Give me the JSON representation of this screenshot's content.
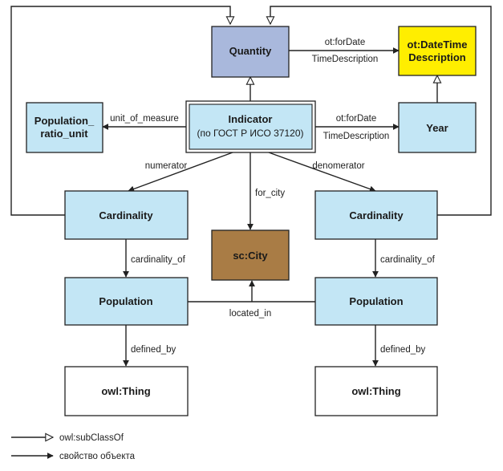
{
  "nodes": {
    "quantity": {
      "label": "Quantity",
      "color": "#a9b8dc"
    },
    "datetime": {
      "line1": "ot:DateTime",
      "line2": "Description",
      "color": "#ffee00"
    },
    "indicator": {
      "line1": "Indicator",
      "line2": "(по ГОСТ Р ИСО 37120)",
      "color": "#c3e6f5"
    },
    "population_ratio_unit": {
      "line1": "Population_",
      "line2": "ratio_unit",
      "color": "#c3e6f5"
    },
    "year": {
      "label": "Year",
      "color": "#c3e6f5"
    },
    "cardinality_left": {
      "label": "Cardinality",
      "color": "#c3e6f5"
    },
    "cardinality_right": {
      "label": "Cardinality",
      "color": "#c3e6f5"
    },
    "city": {
      "label": "sc:City",
      "color": "#a97c45"
    },
    "population_left": {
      "label": "Population",
      "color": "#c3e6f5"
    },
    "population_right": {
      "label": "Population",
      "color": "#c3e6f5"
    },
    "thing_left": {
      "label": "owl:Thing",
      "color": "#ffffff"
    },
    "thing_right": {
      "label": "owl:Thing",
      "color": "#ffffff"
    }
  },
  "edges": {
    "quantity_fordate": {
      "line1": "ot:forDate",
      "line2": "TimeDescription"
    },
    "indicator_fordate": {
      "line1": "ot:forDate",
      "line2": "TimeDescription"
    },
    "unit_of_measure": "unit_of_measure",
    "numerator": "numerator",
    "denomerator": "denomerator",
    "for_city": "for_city",
    "cardinality_of_left": "cardinality_of",
    "cardinality_of_right": "cardinality_of",
    "located_in": "located_in",
    "defined_by_left": "defined_by",
    "defined_by_right": "defined_by"
  },
  "legend": {
    "subclass": "owl:subClassOf",
    "property": "свойство объекта"
  }
}
